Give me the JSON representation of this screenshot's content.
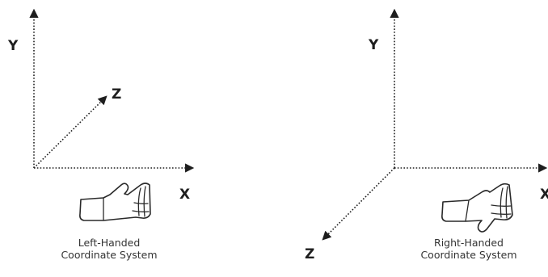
{
  "diagrams": [
    {
      "x_label": "X",
      "y_label": "Y",
      "z_label": "Z",
      "caption_line1": "Left-Handed",
      "caption_line2": "Coordinate System"
    },
    {
      "x_label": "X",
      "y_label": "Y",
      "z_label": "Z",
      "caption_line1": "Right-Handed",
      "caption_line2": "Coordinate System"
    }
  ],
  "colors": {
    "ink": "#1e1e1e",
    "background": "#ffffff"
  }
}
